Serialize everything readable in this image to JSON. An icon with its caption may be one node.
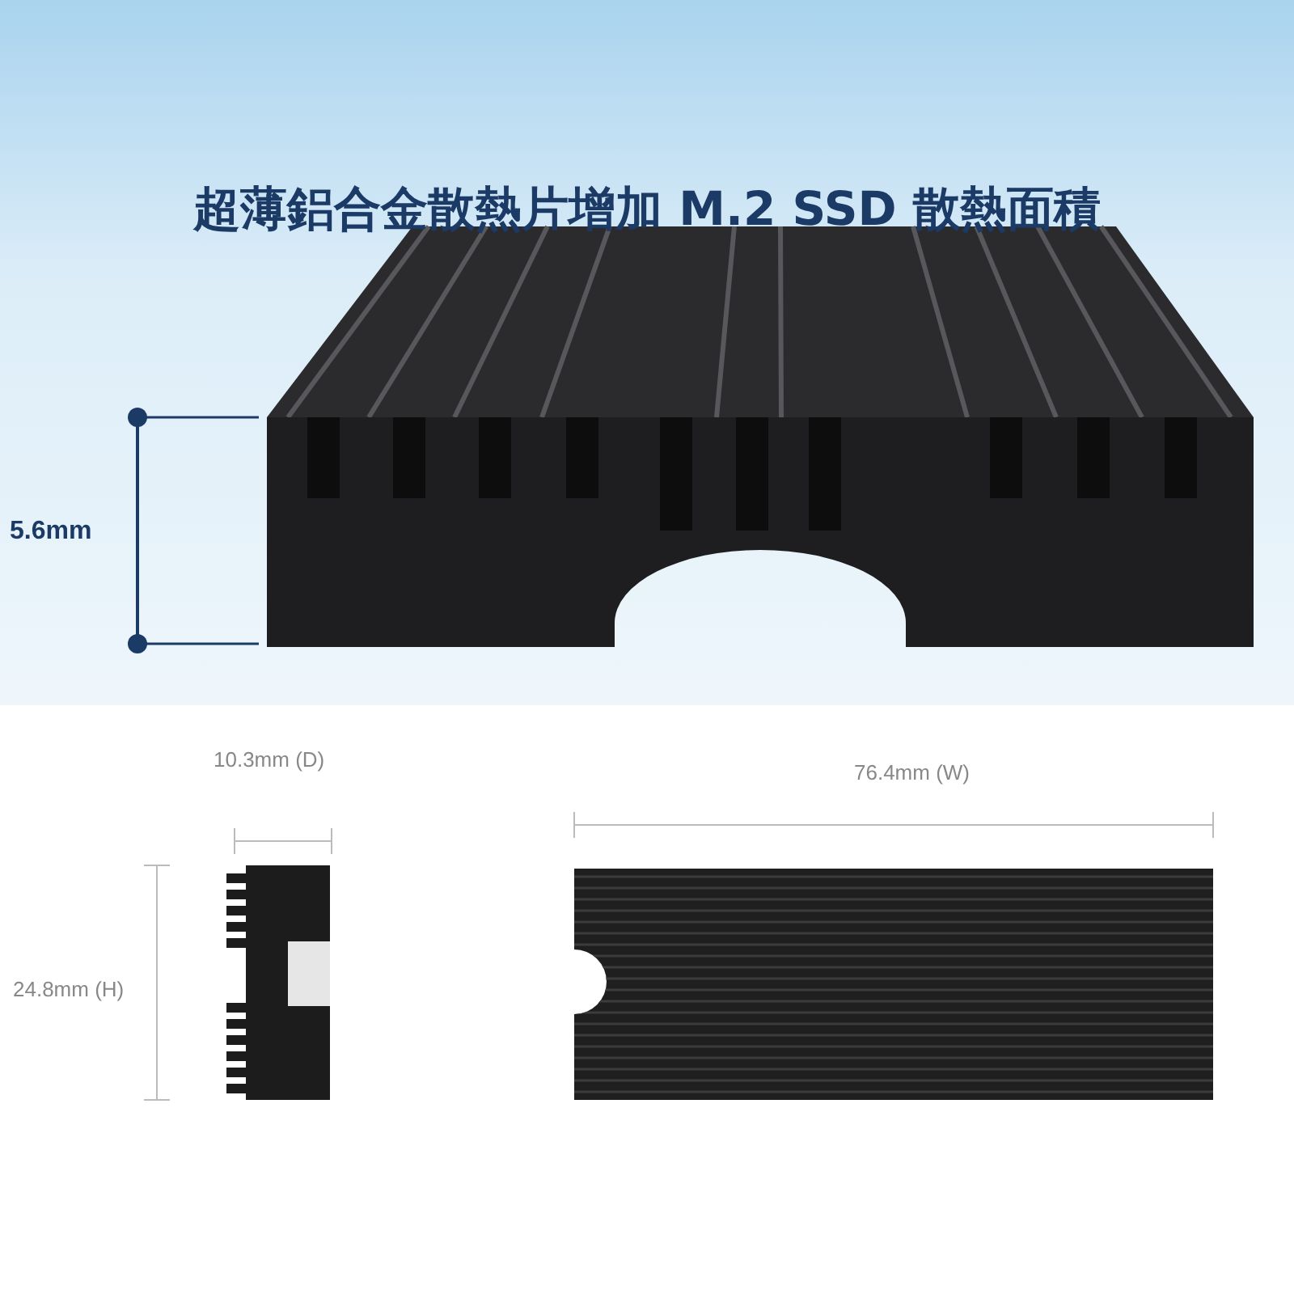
{
  "diagram": {
    "title": "超薄鋁合金散熱片增加 M.2 SSD 散熱面積",
    "labels": [
      "5.6mm",
      "10.3mm (D)",
      "76.4mm (W)",
      "24.8mm (H)"
    ]
  }
}
